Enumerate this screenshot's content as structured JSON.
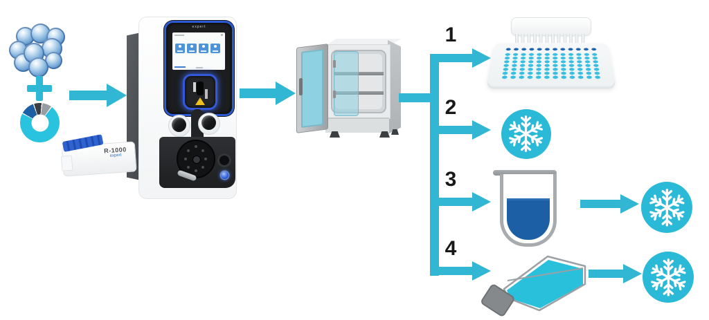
{
  "colors": {
    "flow_cyan": "#31b6d4",
    "icon_cyan": "#29c3df",
    "snow_circle_cyan": "#2ab9d6",
    "deep_blue": "#1d5fa5",
    "instrument_bezel_blue": "#2d5bd4",
    "warning_yellow": "#f0c020"
  },
  "instrument": {
    "brand": "expert",
    "cartridge": {
      "label": "R-1000",
      "sublabel": "expert"
    }
  },
  "branches": [
    {
      "number": "1",
      "output": "96-well-plate-with-multichannel-pipette"
    },
    {
      "number": "2",
      "output": "cryopreservation-snowflake"
    },
    {
      "number": "3",
      "output": "tube-with-cell-suspension",
      "then": "cryopreservation-snowflake"
    },
    {
      "number": "4",
      "output": "culture-flask-with-media",
      "then": "cryopreservation-snowflake"
    }
  ],
  "well_plate": {
    "rows": 8,
    "columns": 12
  },
  "icons": {
    "cell_cluster": "cluster-of-blue-cells",
    "plus": "plus-sign",
    "reagent_ring": "donut-ring-chart",
    "arrow": "cyan-right-arrow",
    "instrument": "benchtop-dispensing-instrument",
    "incubator": "incubator-with-open-door",
    "snowflake": "freeze-snowflake-in-circle",
    "tube": "round-bottom-tube-with-liquid",
    "flask": "culture-flask"
  }
}
